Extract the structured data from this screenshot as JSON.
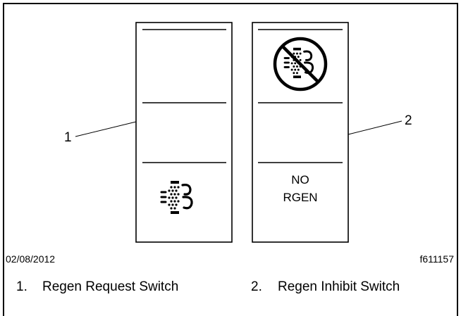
{
  "figure": {
    "date": "02/08/2012",
    "figure_id": "f611157"
  },
  "callouts": [
    {
      "number": "1"
    },
    {
      "number": "2"
    }
  ],
  "switches": {
    "inhibit_text_line1": "NO",
    "inhibit_text_line2": "RGEN"
  },
  "legend": [
    {
      "number": "1.",
      "label": "Regen Request Switch"
    },
    {
      "number": "2.",
      "label": "Regen Inhibit Switch"
    }
  ]
}
